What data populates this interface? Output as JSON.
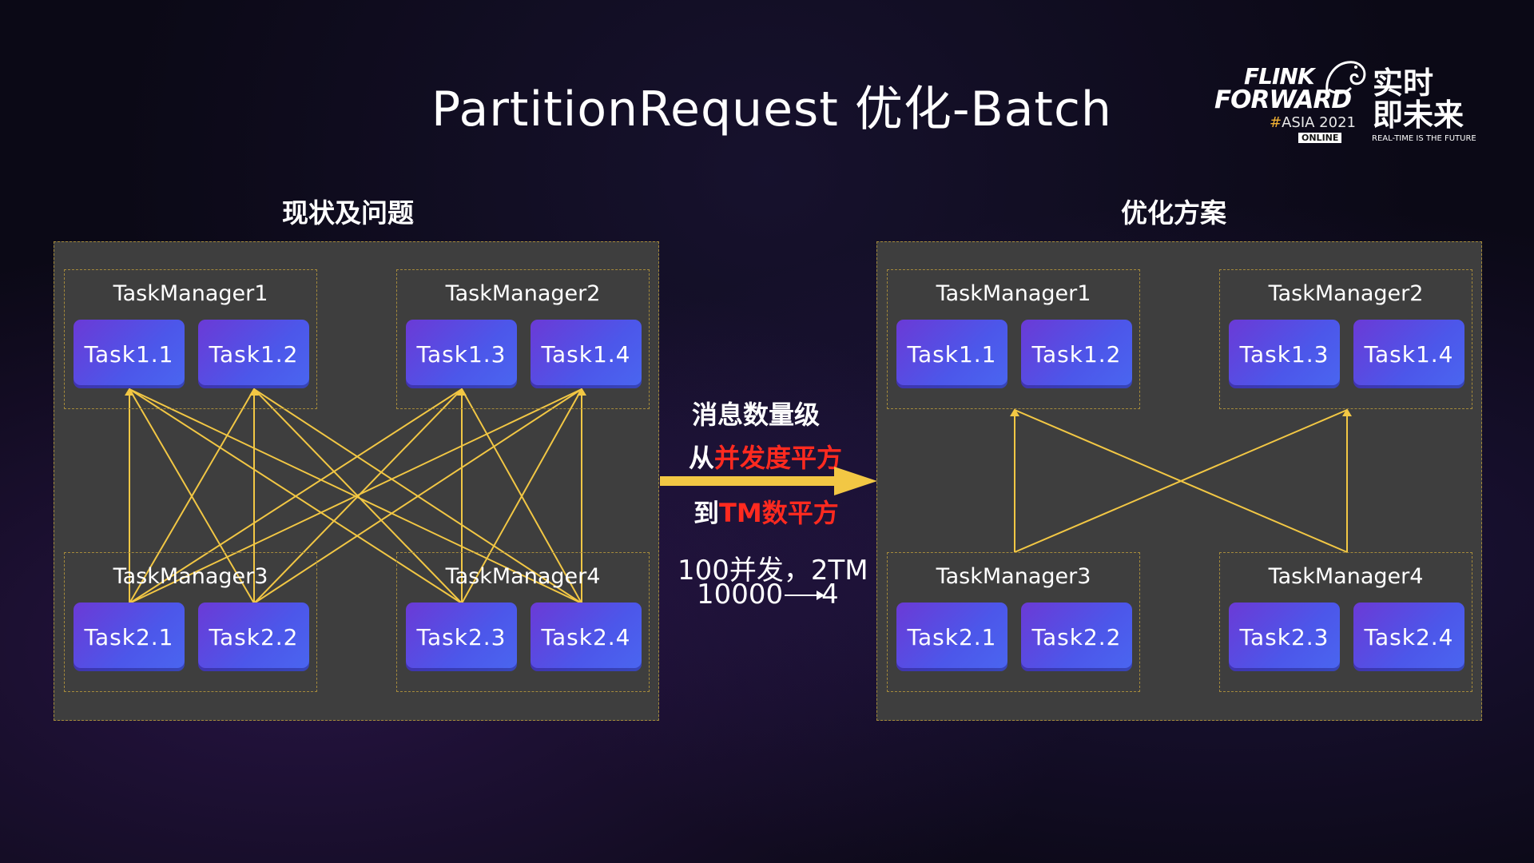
{
  "slide": {
    "title": "PartitionRequest 优化-Batch"
  },
  "logo": {
    "flink": "FLINK",
    "forward": "FORWARD",
    "asia_hash": "#",
    "asia": "ASIA 2021",
    "online": "ONLINE",
    "cn_line1": "实时",
    "cn_line2": "即未来",
    "tagline": "REAL-TIME IS THE FUTURE",
    "accent_color": "#f2b233"
  },
  "left_panel": {
    "heading": "现状及问题",
    "managers": [
      {
        "label": "TaskManager1",
        "tasks": [
          "Task1.1",
          "Task1.2"
        ]
      },
      {
        "label": "TaskManager2",
        "tasks": [
          "Task1.3",
          "Task1.4"
        ]
      },
      {
        "label": "TaskManager3",
        "tasks": [
          "Task2.1",
          "Task2.2"
        ]
      },
      {
        "label": "TaskManager4",
        "tasks": [
          "Task2.3",
          "Task2.4"
        ]
      }
    ]
  },
  "right_panel": {
    "heading": "优化方案",
    "managers": [
      {
        "label": "TaskManager1",
        "tasks": [
          "Task1.1",
          "Task1.2"
        ]
      },
      {
        "label": "TaskManager2",
        "tasks": [
          "Task1.3",
          "Task1.4"
        ]
      },
      {
        "label": "TaskManager3",
        "tasks": [
          "Task2.1",
          "Task2.2"
        ]
      },
      {
        "label": "TaskManager4",
        "tasks": [
          "Task2.3",
          "Task2.4"
        ]
      }
    ]
  },
  "middle": {
    "line1": "消息数量级",
    "line2_prefix": "从",
    "line2_highlight": "并发度平方",
    "line3_prefix": "到",
    "line3_highlight": "TM数平方",
    "line4": "100并发，2TM",
    "line5_from": "10000",
    "line5_to": "4",
    "highlight_color": "#ff2a1f",
    "arrow_color": "#f2c744"
  },
  "colors": {
    "connector": "#f2c744",
    "panel_bg": "#3e3e3e",
    "task_start": "#6b3ad6",
    "task_end": "#4a66f0"
  }
}
